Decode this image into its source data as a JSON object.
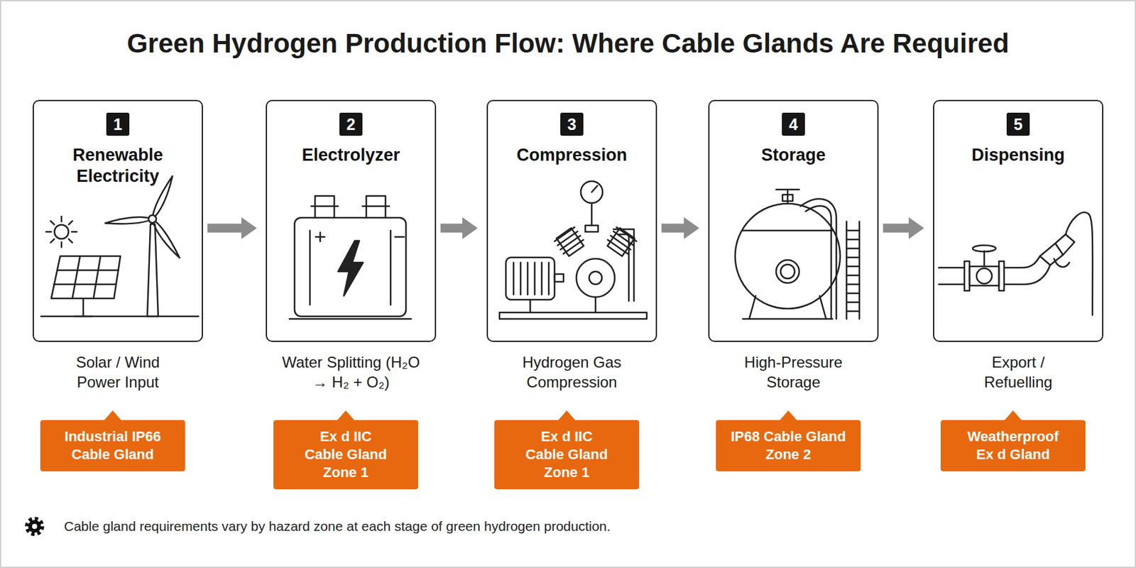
{
  "diagram": {
    "title": "Green Hydrogen Production Flow: Where Cable Glands Are Required",
    "caption": "Cable gland requirements vary by hazard zone at each stage of green hydrogen production.",
    "nodes": [
      {
        "text": [
          "1",
          "Renewable Electricity",
          "Solar / Wind Power Input"
        ]
      },
      {
        "text": [
          "2",
          "Electrolyzer",
          "Water Splitting (H₂O → H₂ + O₂)"
        ]
      },
      {
        "text": [
          "3",
          "Compression",
          "Hydrogen Gas Compression"
        ]
      },
      {
        "text": [
          "4",
          "Storage",
          "High-Pressure Storage"
        ]
      },
      {
        "text": [
          "5",
          "Dispensing",
          "Export / Refuelling"
        ]
      },
      {
        "text": [
          "Industrial IP66 Cable Gland"
        ]
      },
      {
        "text": [
          "Ex d IIC Cable Gland Zone 1"
        ]
      },
      {
        "text": [
          "Ex d IIC Cable Gland Zone 1"
        ]
      },
      {
        "text": [
          "IP68 Cable Gland Zone 2"
        ]
      },
      {
        "text": [
          "Weatherproof Ex d Gland"
        ]
      }
    ],
    "edges": [
      {
        "from": 0,
        "to": 1,
        "arrow": "to"
      },
      {
        "from": 1,
        "to": 2,
        "arrow": "to"
      },
      {
        "from": 2,
        "to": 3,
        "arrow": "to"
      },
      {
        "from": 3,
        "to": 4,
        "arrow": "to"
      }
    ]
  }
}
